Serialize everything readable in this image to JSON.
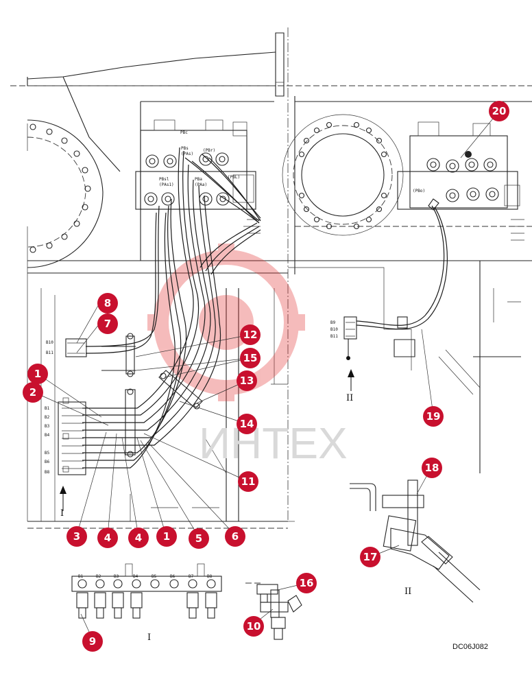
{
  "drawing_code": "DC06J082",
  "watermark_text": "ИНТЕХ",
  "view_labels": [
    "I",
    "II"
  ],
  "accent_color": "#c8102e",
  "port_labels": {
    "valve_left": [
      "PBc",
      "(PBr)",
      "PBs",
      "(PAs)",
      "PBsl",
      "(PAs1)",
      "PBa",
      "(PAa)",
      "(PBL)"
    ],
    "valve_right": [
      "(PBo)"
    ],
    "block_b_left": [
      "B10",
      "B11"
    ],
    "block_b_main": [
      "B1",
      "B2",
      "B3",
      "B4",
      "B5",
      "B6",
      "B8"
    ],
    "block_b_right": [
      "B9",
      "B10",
      "B11"
    ],
    "detail_i": [
      "B1",
      "B2",
      "B3",
      "B4",
      "B5",
      "B6",
      "B7",
      "B8"
    ]
  },
  "callouts": [
    "20",
    "8",
    "7",
    "12",
    "15",
    "13",
    "14",
    "11",
    "1",
    "2",
    "3",
    "4",
    "4",
    "1",
    "5",
    "6",
    "19",
    "18",
    "17",
    "16",
    "10",
    "9"
  ]
}
